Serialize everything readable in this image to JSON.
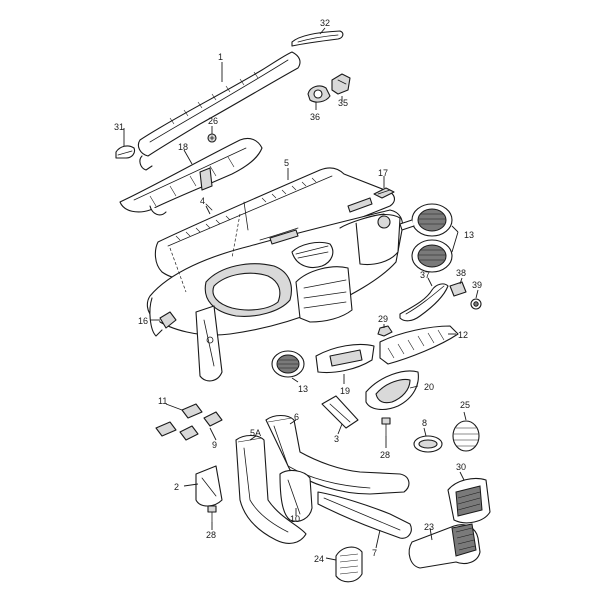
{
  "callouts": {
    "c1": "1",
    "c2": "2",
    "c3": "3",
    "c4": "4",
    "c5": "5",
    "c5a": "5A",
    "c6": "6",
    "c7": "7",
    "c8": "8",
    "c9": "9",
    "c10": "10",
    "c11": "11",
    "c12": "12",
    "c13a": "13",
    "c13b": "13",
    "c16": "16",
    "c17": "17",
    "c18": "18",
    "c19": "19",
    "c20": "20",
    "c23": "23",
    "c24": "24",
    "c25": "25",
    "c26": "26",
    "c28a": "28",
    "c28b": "28",
    "c29": "29",
    "c30": "30",
    "c31": "31",
    "c32": "32",
    "c35": "35",
    "c36": "36",
    "c37": "37",
    "c38": "38",
    "c39": "39"
  }
}
